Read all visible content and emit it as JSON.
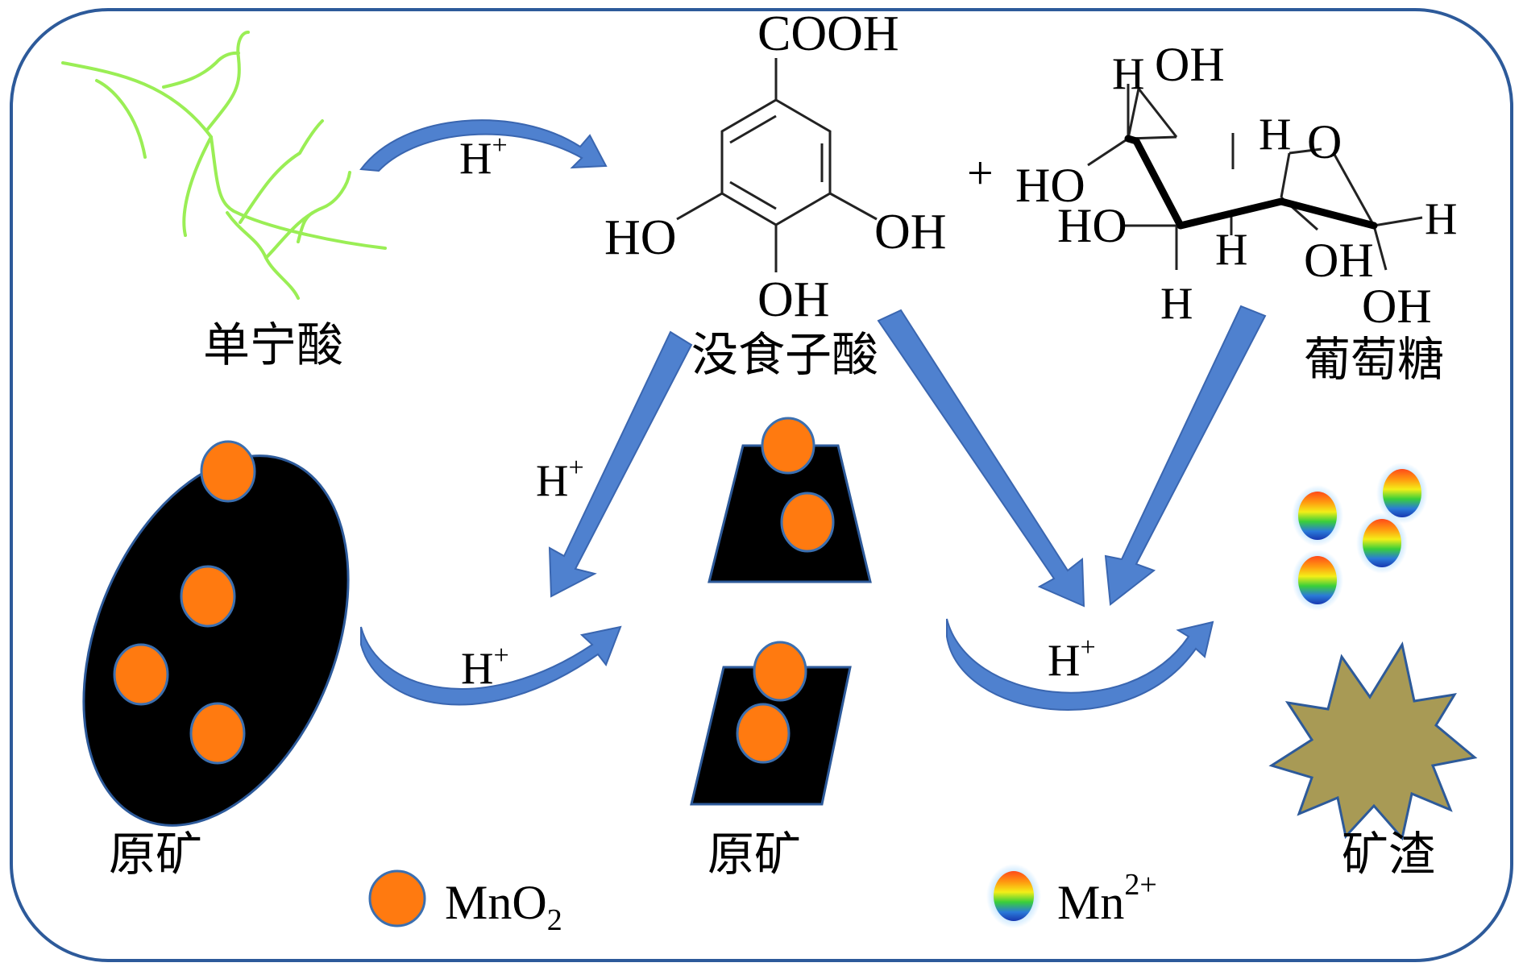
{
  "labels": {
    "tannic_acid": "单宁酸",
    "gallic_acid": "没食子酸",
    "glucose": "葡萄糖",
    "ore_left": "原矿",
    "ore_center": "原矿",
    "residue": "矿渣",
    "plus": "+"
  },
  "reagent": {
    "h": "H",
    "plus": "+"
  },
  "gallic": {
    "cooh": "COOH",
    "ho_left": "HO",
    "oh_right": "OH",
    "oh_bottom": "OH"
  },
  "glucose_struct": {
    "h_top": "H",
    "oh_top": "OH",
    "h_ring": "H",
    "o_ring": "O",
    "ho_upper": "HO",
    "ho_lower": "HO",
    "h_right": "H",
    "h_mid": "H",
    "oh_mid": "OH",
    "h_bottom": "H",
    "oh_bottom": "OH"
  },
  "legend": {
    "mno2_main": "MnO",
    "mno2_sub": "2",
    "mn_main": "Mn",
    "mn_sup": "2+"
  },
  "colors": {
    "frame": "#2d5a9a",
    "arrow": "#4f81cf",
    "arrow_edge": "#3a66b0",
    "particle": "#ff7a10",
    "particle_edge": "#3b6fb0",
    "ore": "#000000",
    "residue": "#a89a55",
    "tannin": "#9aee55"
  }
}
